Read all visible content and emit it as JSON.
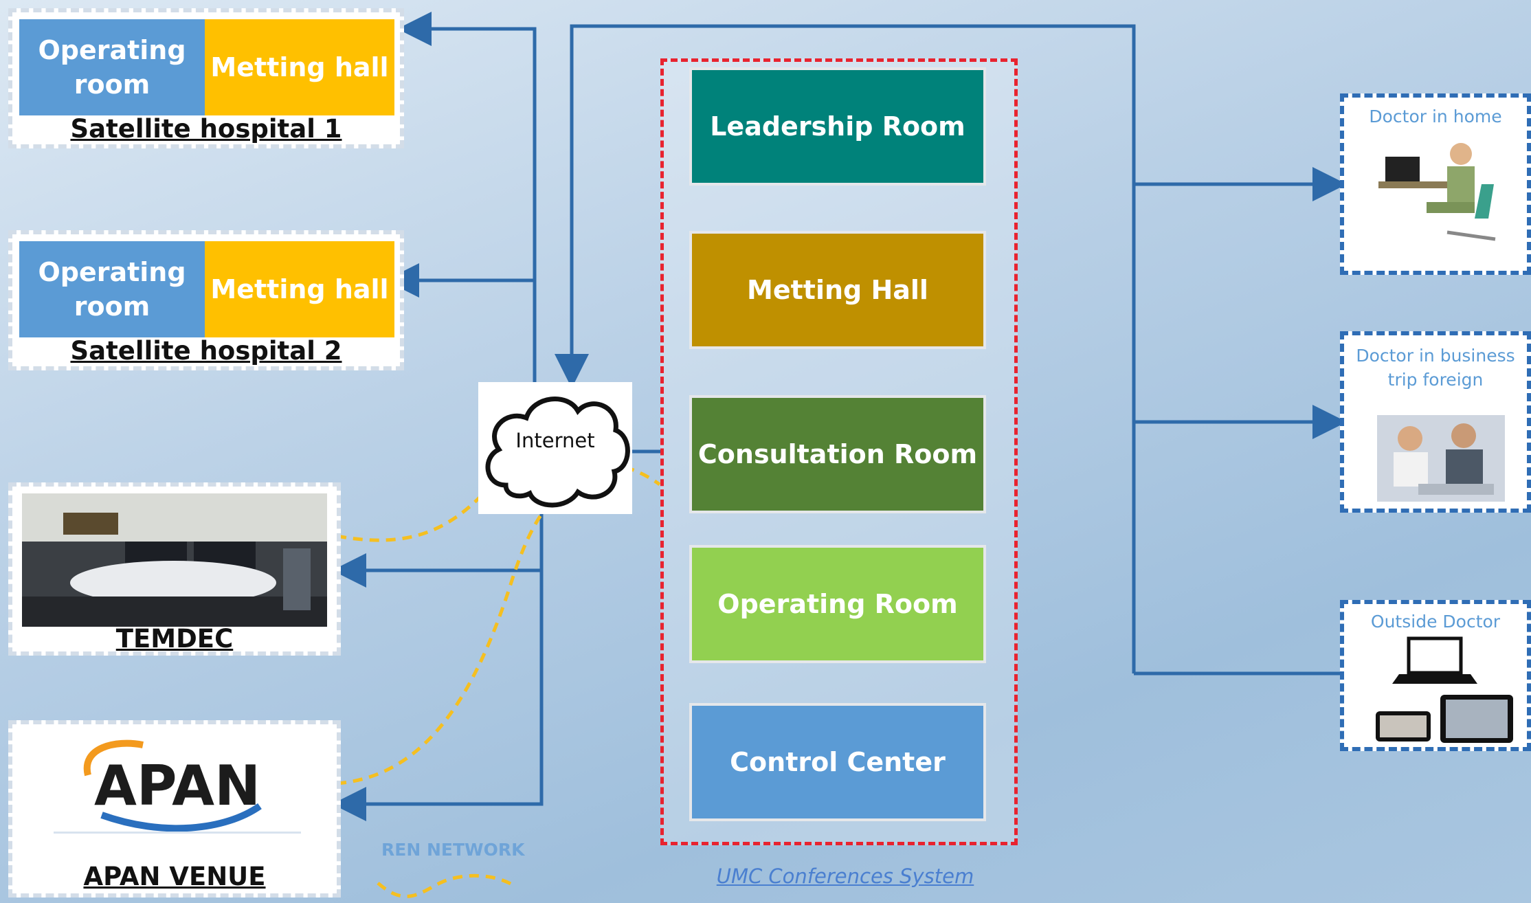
{
  "satellite_hospitals": [
    {
      "operating_label": "Operating room",
      "hall_label": "Metting hall",
      "caption": "Satellite hospital 1"
    },
    {
      "operating_label": "Operating room",
      "hall_label": "Metting hall",
      "caption": "Satellite hospital 2"
    }
  ],
  "temdec": {
    "caption": "TEMDEC"
  },
  "apan": {
    "logo_text": "APAN",
    "caption": "APAN VENUE"
  },
  "internet": {
    "label": "Internet"
  },
  "umc": {
    "rooms": [
      {
        "label": "Leadership Room",
        "color": "#00827a"
      },
      {
        "label": "Metting Hall",
        "color": "#bf9000"
      },
      {
        "label": "Consultation Room",
        "color": "#548235"
      },
      {
        "label": "Operating Room",
        "color": "#92d050"
      },
      {
        "label": "Control Center",
        "color": "#5b9bd5"
      }
    ],
    "title": "UMC Conferences System"
  },
  "doctors": [
    {
      "label": "Doctor in home"
    },
    {
      "label": "Doctor in business trip foreign"
    },
    {
      "label": "Outside Doctor"
    }
  ],
  "legend": {
    "ren_label": "REN NETWORK"
  },
  "colors": {
    "connector": "#2e6aa9",
    "ren_line": "#f5bf20",
    "frame": "#e8232f"
  }
}
